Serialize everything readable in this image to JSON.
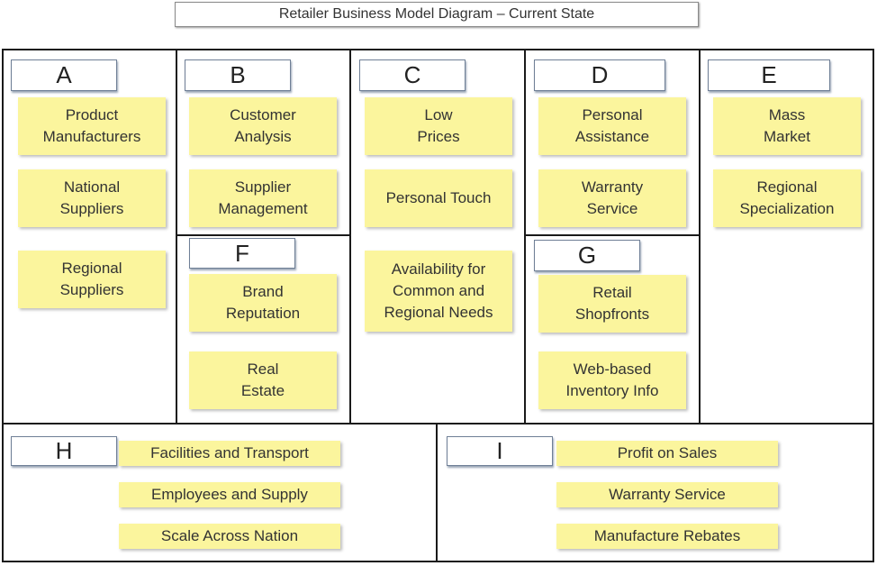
{
  "title": "Retailer Business Model Diagram – Current State",
  "sections": {
    "A": {
      "label": "A",
      "notes": [
        "Product\nManufacturers",
        "National\nSuppliers",
        "Regional\nSuppliers"
      ]
    },
    "B": {
      "label": "B",
      "notes": [
        "Customer\nAnalysis",
        "Supplier\nManagement"
      ]
    },
    "F": {
      "label": "F",
      "notes": [
        "Brand\nReputation",
        "Real\nEstate"
      ]
    },
    "C": {
      "label": "C",
      "notes": [
        "Low\nPrices",
        "Personal Touch",
        "Availability for\nCommon and\nRegional Needs"
      ]
    },
    "D": {
      "label": "D",
      "notes": [
        "Personal\nAssistance",
        "Warranty\nService"
      ]
    },
    "G": {
      "label": "G",
      "notes": [
        "Retail\nShopfronts",
        "Web-based\nInventory Info"
      ]
    },
    "E": {
      "label": "E",
      "notes": [
        "Mass\nMarket",
        "Regional\nSpecialization"
      ]
    },
    "H": {
      "label": "H",
      "notes": [
        "Facilities and Transport",
        "Employees and Supply",
        "Scale Across Nation"
      ]
    },
    "I": {
      "label": "I",
      "notes": [
        "Profit on Sales",
        "Warranty Service",
        "Manufacture Rebates"
      ]
    }
  }
}
